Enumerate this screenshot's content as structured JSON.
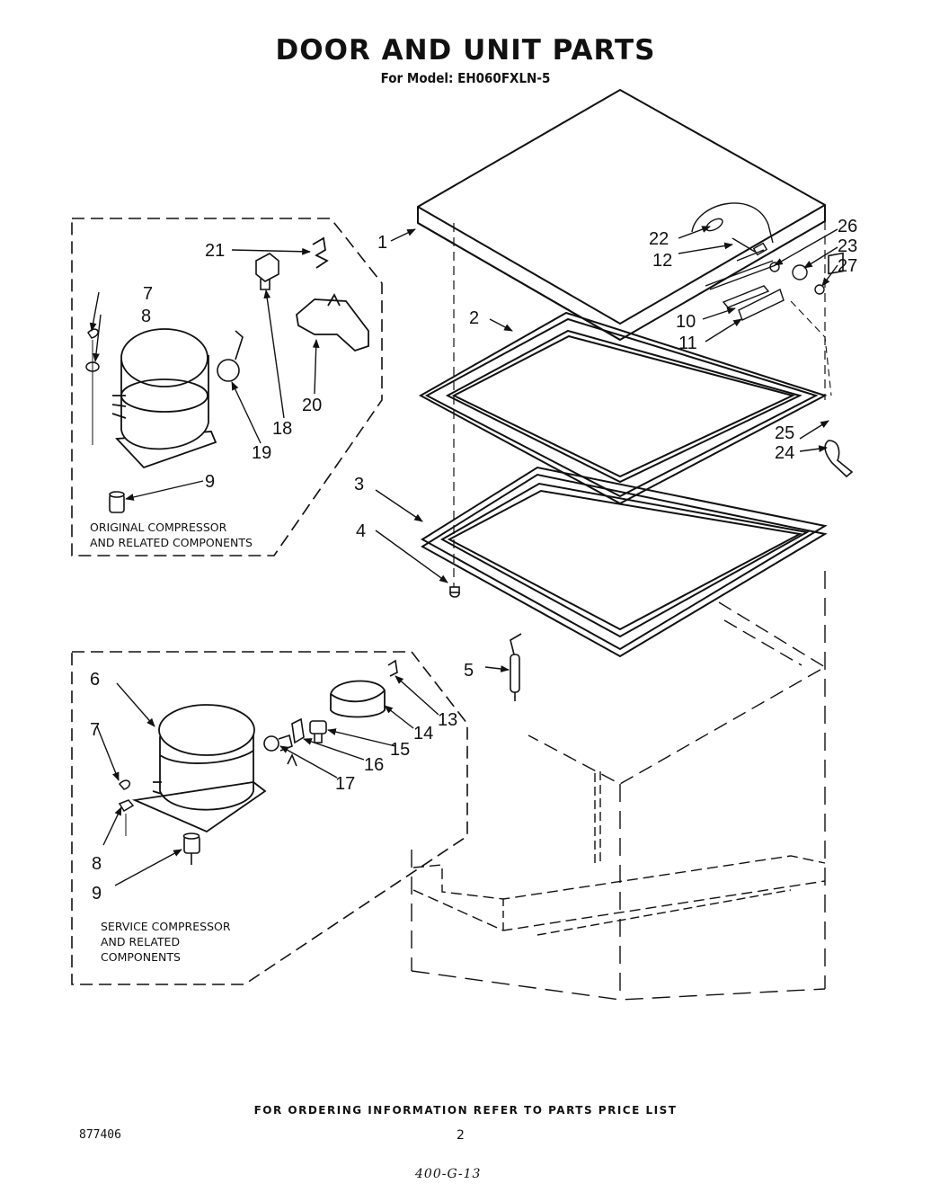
{
  "header": {
    "title": "DOOR AND UNIT PARTS",
    "subtitle": "For Model: EH060FXLN-5"
  },
  "footer": {
    "ordering_note": "FOR ORDERING INFORMATION REFER TO PARTS PRICE LIST",
    "doc_number": "877406",
    "page_number": "2",
    "handwritten_note": "400-G-13"
  },
  "boxes": {
    "original": {
      "line1": "ORIGINAL COMPRESSOR",
      "line2": "AND RELATED COMPONENTS"
    },
    "service": {
      "line1": "SERVICE COMPRESSOR",
      "line2": "AND RELATED",
      "line3": "COMPONENTS"
    }
  },
  "callouts": {
    "c1": "1",
    "c2": "2",
    "c3": "3",
    "c4": "4",
    "c5": "5",
    "c6": "6",
    "c7a": "7",
    "c7b": "7",
    "c8a": "8",
    "c8b": "8",
    "c9a": "9",
    "c9b": "9",
    "c10": "10",
    "c11": "11",
    "c12": "12",
    "c13": "13",
    "c14": "14",
    "c15": "15",
    "c16": "16",
    "c17": "17",
    "c18": "18",
    "c19": "19",
    "c20": "20",
    "c21": "21",
    "c22": "22",
    "c23": "23",
    "c24": "24",
    "c25": "25",
    "c26": "26",
    "c27": "27"
  }
}
